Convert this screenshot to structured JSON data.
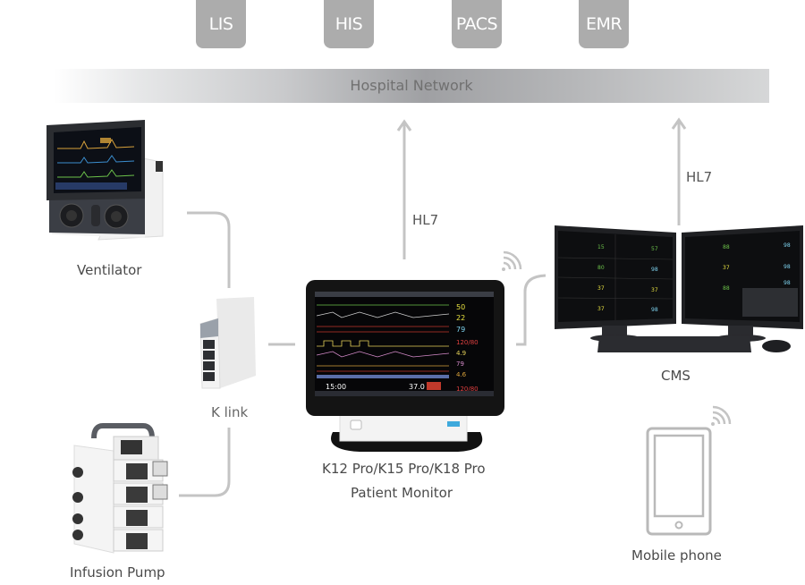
{
  "systems": [
    "LIS",
    "HIS",
    "PACS",
    "EMR"
  ],
  "network": {
    "label": "Hospital Network"
  },
  "devices": {
    "ventilator": "Ventilator",
    "klink": "K link",
    "infusion_pump": "Infusion Pump",
    "monitor_line1": "K12 Pro/K15 Pro/K18 Pro",
    "monitor_line2": "Patient Monitor",
    "cms": "CMS",
    "mobile": "Mobile phone"
  },
  "links": {
    "monitor_protocol": "HL7",
    "cms_protocol": "HL7"
  },
  "colors": {
    "box": "#acacac",
    "line": "#c4c4c4",
    "text": "#4a4a4a"
  }
}
